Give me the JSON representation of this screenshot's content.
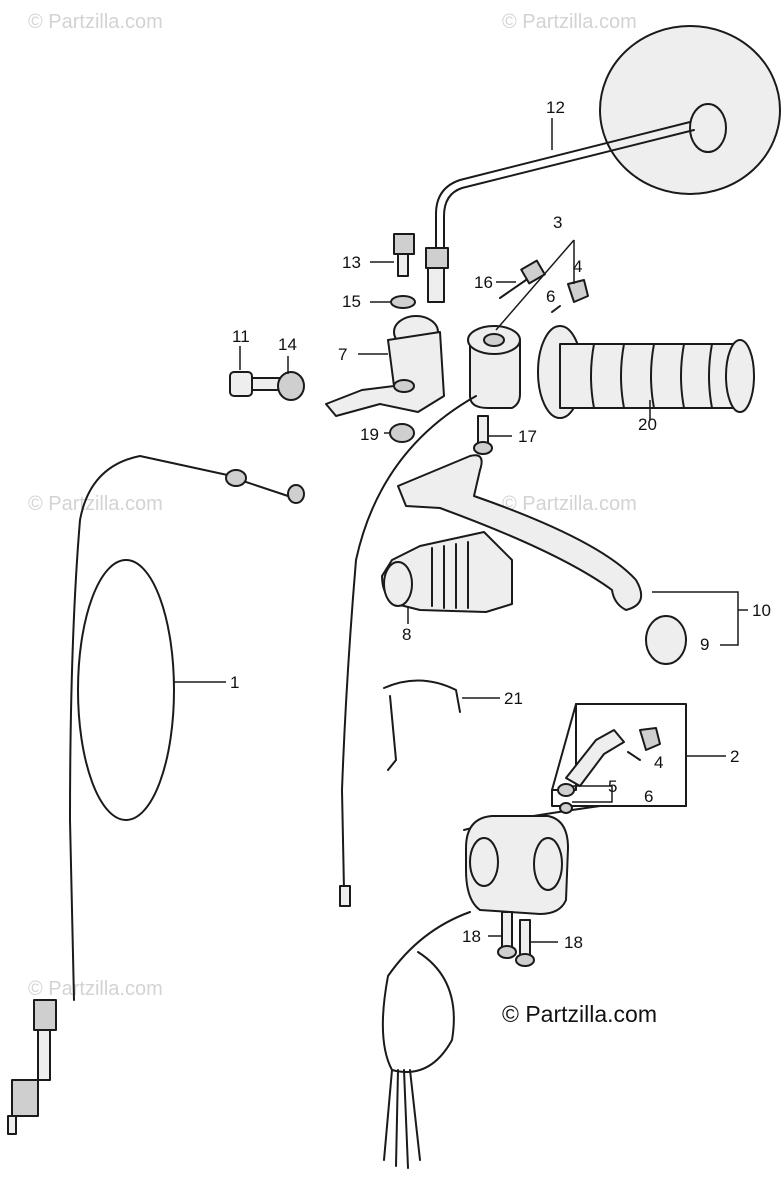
{
  "watermark": {
    "text": "© Partzilla.com"
  },
  "copyright": "© Partzilla.com",
  "callouts": [
    {
      "id": "c1",
      "text": "1"
    },
    {
      "id": "c2",
      "text": "2"
    },
    {
      "id": "c3",
      "text": "3"
    },
    {
      "id": "c4a",
      "text": "4"
    },
    {
      "id": "c4b",
      "text": "4"
    },
    {
      "id": "c5",
      "text": "5"
    },
    {
      "id": "c6a",
      "text": "6"
    },
    {
      "id": "c6b",
      "text": "6"
    },
    {
      "id": "c7",
      "text": "7"
    },
    {
      "id": "c8",
      "text": "8"
    },
    {
      "id": "c9",
      "text": "9"
    },
    {
      "id": "c10",
      "text": "10"
    },
    {
      "id": "c11",
      "text": "11"
    },
    {
      "id": "c12",
      "text": "12"
    },
    {
      "id": "c13",
      "text": "13"
    },
    {
      "id": "c14",
      "text": "14"
    },
    {
      "id": "c15",
      "text": "15"
    },
    {
      "id": "c16",
      "text": "16"
    },
    {
      "id": "c17",
      "text": "17"
    },
    {
      "id": "c18a",
      "text": "18"
    },
    {
      "id": "c18b",
      "text": "18"
    },
    {
      "id": "c19",
      "text": "19"
    },
    {
      "id": "c20",
      "text": "20"
    },
    {
      "id": "c21",
      "text": "21"
    }
  ]
}
